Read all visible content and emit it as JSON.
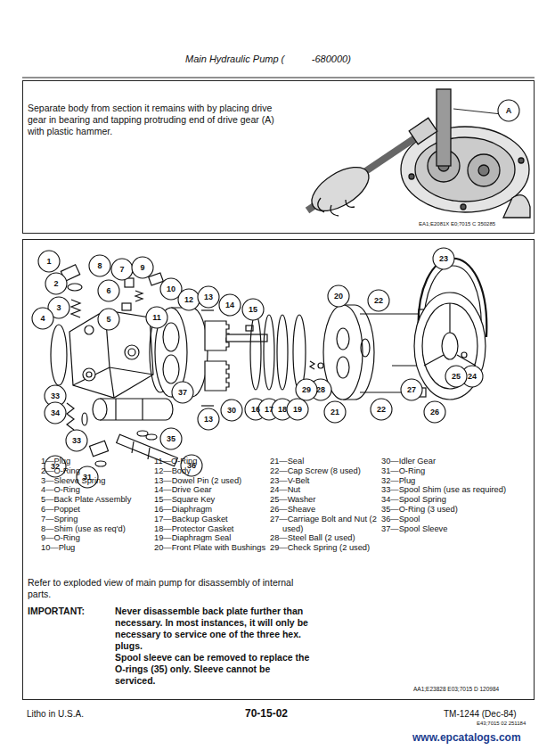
{
  "diagram": {
    "title": "Main Hydraulic Pump (          -680000)",
    "nodes": [
      {
        "text": [
          "Separate body from section it remains with by placing drive gear in bearing and tapping protruding end of drive gear (A) with plastic hammer."
        ]
      },
      {
        "text": [
          "Refer to exploded view of main pump for disassembly of internal parts.",
          "IMPORTANT:",
          "Never disassemble back plate further than necessary. In most instances, it will only be necessary to service one of the three hex. plugs.",
          "Spool sleeve can be removed to replace the O-rings (35) only. Sleeve cannot be serviced.",
          "AA1;E23828 E03;7015 D 120984"
        ]
      }
    ],
    "labels": [
      "A",
      "EA1;E2081X E0;7015 C 350285",
      "1",
      "2",
      "3",
      "4",
      "5",
      "6",
      "7",
      "8",
      "9",
      "10",
      "11",
      "12",
      "13",
      "14",
      "15",
      "16",
      "17",
      "18",
      "19",
      "20",
      "21",
      "22",
      "23",
      "24",
      "25",
      "26",
      "27",
      "28",
      "29",
      "30",
      "31",
      "32",
      "33",
      "34",
      "35",
      "36",
      "37",
      "13",
      "22",
      "33",
      "1—Plug",
      "2—O-Ring",
      "3—Sleeve Spring",
      "4—O-Ring",
      "5—Back Plate Assembly",
      "6—Poppet",
      "7—Spring",
      "8—Shim (use as req'd)",
      "9—O-Ring",
      "10—Plug",
      "11—O-Ring",
      "12—Body",
      "13—Dowel Pin (2 used)",
      "14—Drive Gear",
      "15—Square Key",
      "16—Diaphragm",
      "17—Backup Gasket",
      "18—Protector Gasket",
      "19—Diaphragm Seal",
      "20—Front Plate with Bushings",
      "21—Seal",
      "22—Cap Screw (8 used)",
      "23—V-Belt",
      "24—Nut",
      "25—Washer",
      "26—Sheave",
      "27—Carriage Bolt and Nut (2 used)",
      "28—Steel Ball (2 used)",
      "29—Check Spring (2 used)",
      "30—Idler Gear",
      "31—O-Ring",
      "32—Plug",
      "33—Spool Shim (use as required)",
      "34—Spool Spring",
      "35—O-Ring (3 used)",
      "36—Spool",
      "37—Spool Sleeve",
      "Litho in U.S.A.",
      "70-15-02",
      "TM-1244 (Dec-84)",
      "E43;7015 02 251184",
      "www.epcatalogs.com"
    ]
  }
}
